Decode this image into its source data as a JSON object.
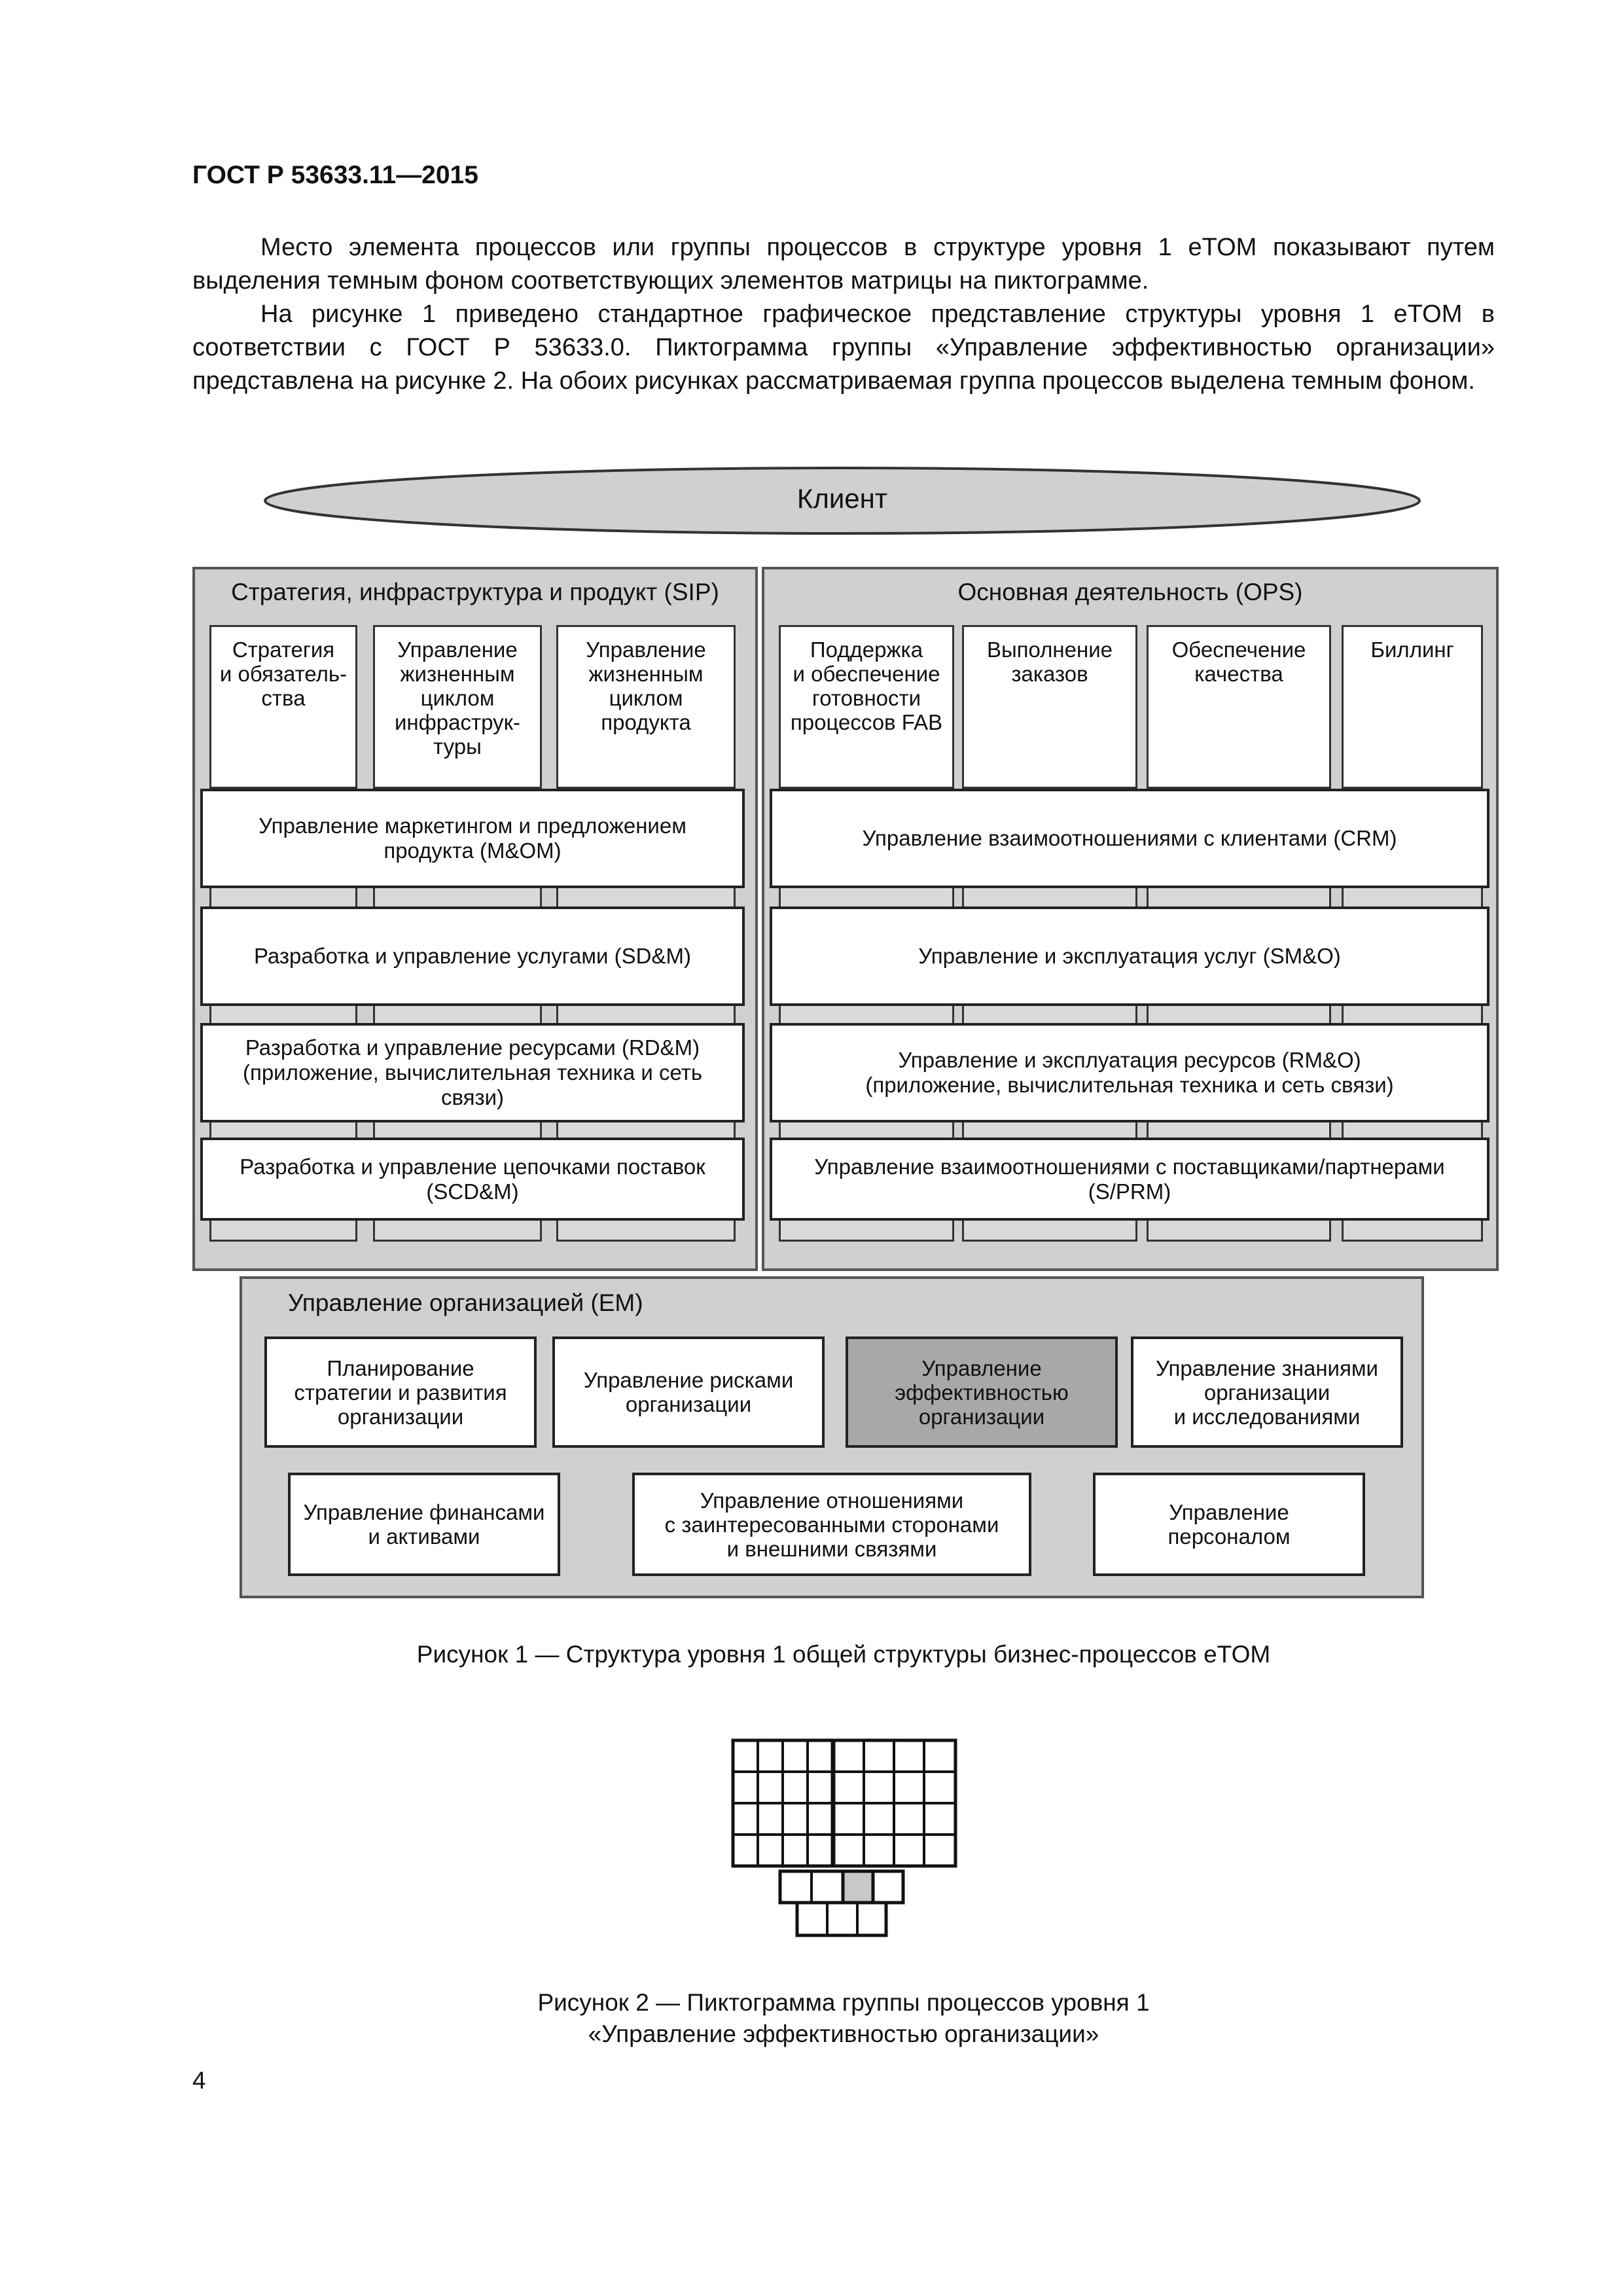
{
  "header": {
    "doc_code": "ГОСТ Р 53633.11—2015"
  },
  "body": {
    "paragraph_1": "Место элемента процессов или группы процессов в структуре уровня 1 eTOM показывают путем выделения темным фоном соответствующих элементов матрицы на пиктограмме.",
    "paragraph_2": "На рисунке 1 приведено стандартное графическое представление структуры уровня 1 eTOM в соответствии с ГОСТ Р 53633.0. Пиктограмма группы «Управление эффективностью организации» представлена на рисунке 2. На обоих рисунках рассматриваемая группа процессов выделена темным фоном."
  },
  "figure1": {
    "client": "Клиент",
    "sip": {
      "title": "Стратегия, инфраструктура и продукт (SIP)",
      "columns": [
        "Стратегия\nи обязатель-\nства",
        "Управление\nжизненным\nциклом\nинфраструк-\nтуры",
        "Управление\nжизненным\nциклом\nпродукта"
      ],
      "rows": [
        "Управление маркетингом и предложением\nпродукта (M&OM)",
        "Разработка и управление услугами (SD&M)",
        "Разработка и управление ресурсами (RD&M)\n(приложение, вычислительная техника и сеть\nсвязи)",
        "Разработка и управление цепочками поставок\n(SCD&M)"
      ]
    },
    "ops": {
      "title": "Основная деятельность (OPS)",
      "columns": [
        "Поддержка\nи обеспечение\nготовности\nпроцессов FAB",
        "Выполнение\nзаказов",
        "Обеспечение\nкачества",
        "Биллинг"
      ],
      "rows": [
        "Управление взаимоотношениями с клиентами (CRM)",
        "Управление и эксплуатация услуг (SM&O)",
        "Управление и эксплуатация ресурсов (RM&O)\n(приложение, вычислительная техника и сеть связи)",
        "Управление взаимоотношениями с поставщиками/партнерами\n(S/PRM)"
      ]
    },
    "em": {
      "title": "Управление организацией (EM)",
      "row1": [
        "Планирование\nстратегии и развития\nорганизации",
        "Управление рисками\nорганизации",
        "Управление\nэффективностью\nорганизации",
        "Управление знаниями\nорганизации\nи исследованиями"
      ],
      "row2": [
        "Управление финансами\nи активами",
        "Управление отношениями\nс заинтересованными сторонами\nи внешними связями",
        "Управление\nперсоналом"
      ],
      "highlighted": "Управление\nэффективностью\nорганизации"
    },
    "caption": "Рисунок  1 — Структура уровня 1 общей структуры бизнес-процессов eTOM"
  },
  "figure2": {
    "highlight_color": "#c8c8c8",
    "caption_line1": "Рисунок  2 — Пиктограмма группы процессов уровня 1",
    "caption_line2": "«Управление эффективностью организации»"
  },
  "footer": {
    "page_number": "4"
  }
}
